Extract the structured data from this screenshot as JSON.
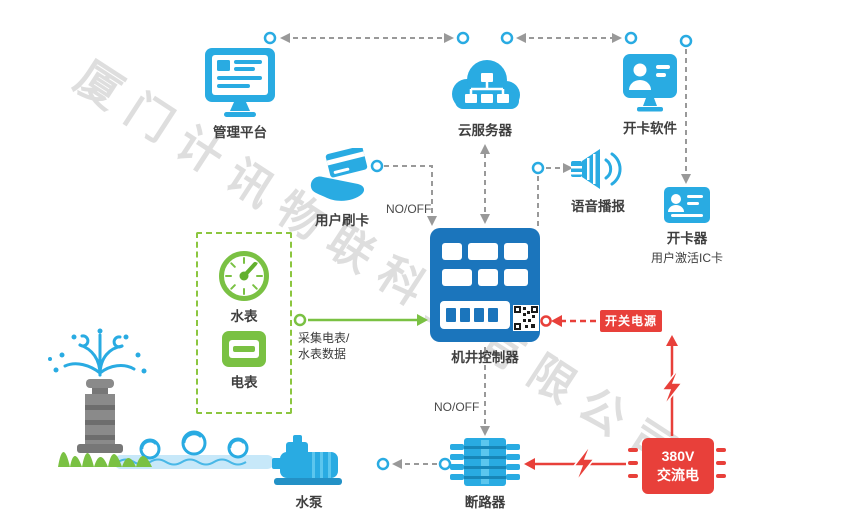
{
  "watermark": "厦门计讯物联科技有限公司",
  "nodes": {
    "management_platform": {
      "label": "管理平台"
    },
    "cloud_server": {
      "label": "云服务器"
    },
    "card_software": {
      "label": "开卡软件"
    },
    "user_card_swipe": {
      "label": "用户刷卡"
    },
    "voice_broadcast": {
      "label": "语音播报"
    },
    "card_reader": {
      "label": "开卡器",
      "sublabel": "用户激活IC卡"
    },
    "water_meter": {
      "label": "水表"
    },
    "electric_meter": {
      "label": "电表"
    },
    "well_controller": {
      "label": "机井控制器"
    },
    "switch_power_tag": {
      "label": "开关电源"
    },
    "ac_power": {
      "line1": "380V",
      "line2": "交流电"
    },
    "circuit_breaker": {
      "label": "断路器"
    },
    "water_pump": {
      "label": "水泵"
    }
  },
  "edge_labels": {
    "no_off_top": "NO/OFF",
    "no_off_bottom": "NO/OFF",
    "collect_line1": "采集电表/",
    "collect_line2": "水表数据"
  },
  "colors": {
    "blue": "#29ABE2",
    "dark_blue": "#1B75BC",
    "green": "#7AC143",
    "green_border": "#8CC63F",
    "red": "#E8403A",
    "line_gray": "#999999"
  }
}
